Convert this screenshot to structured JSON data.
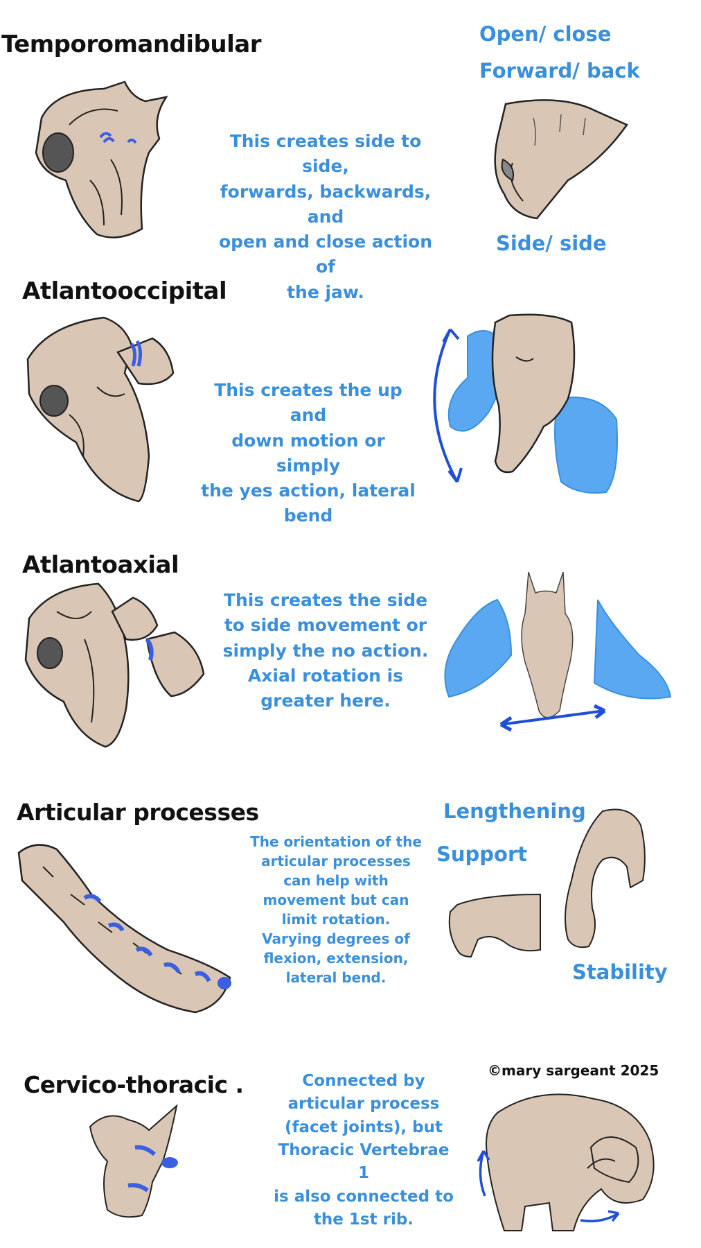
{
  "colors": {
    "bone": "#d9c6b4",
    "outline": "#222222",
    "joint": "#3a5fe0",
    "motion_blue": "#5aa8f2",
    "text_blue": "#3a8fdc",
    "arrow": "#1f4fd6"
  },
  "sections": [
    {
      "heading": "Temporomandibular",
      "description": [
        "This creates side to side,",
        "forwards, backwards, and",
        "open and close action of",
        "the jaw."
      ],
      "motions": [
        "Open/ close",
        "Forward/ back",
        "Side/ side"
      ]
    },
    {
      "heading": "Atlantooccipital",
      "description": [
        "This creates the up and",
        "down motion or simply",
        "the yes action, lateral",
        "bend"
      ]
    },
    {
      "heading": "Atlantoaxial",
      "description": [
        "This creates the side",
        "to side movement or",
        "simply the no action.",
        "Axial rotation is",
        "greater here."
      ]
    },
    {
      "heading": "Articular processes",
      "description": [
        "The orientation of the",
        "articular processes",
        "can help with",
        "movement but can",
        "limit rotation.",
        "Varying degrees of",
        "flexion, extension,",
        "lateral bend."
      ],
      "motions": [
        "Lengthening",
        "Support",
        "Stability"
      ]
    },
    {
      "heading": "Cervico-thoracic .",
      "description": [
        "Connected by",
        "articular process",
        "(facet joints), but",
        "Thoracic Vertebrae 1",
        "is also connected to",
        "the 1st rib."
      ]
    }
  ],
  "copyright": "©mary sargeant 2025"
}
